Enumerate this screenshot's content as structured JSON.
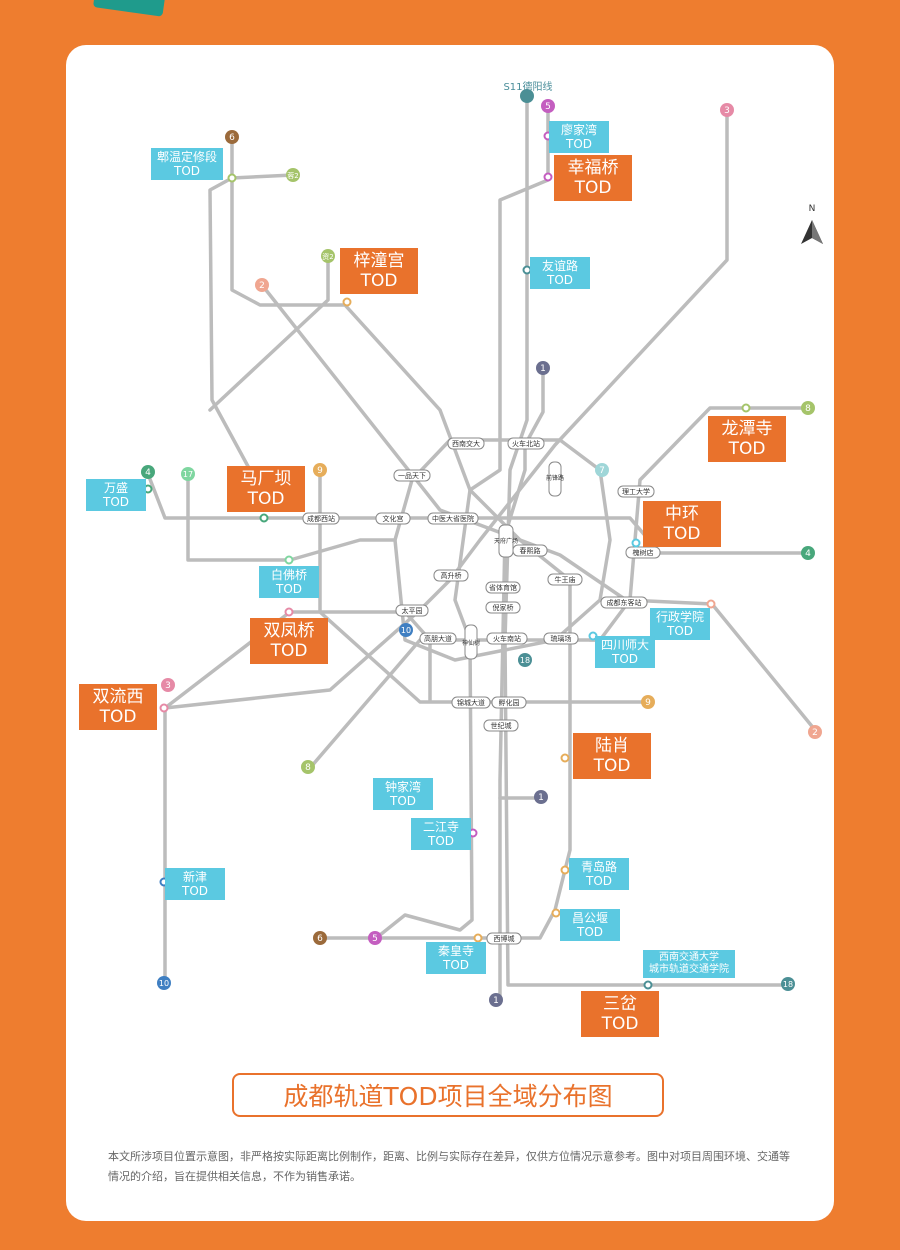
{
  "title": "成都轨道TOD项目全域分布图",
  "disclaimer": "本文所涉项目位置示意图，非严格按实际距离比例制作，距离、比例与实际存在差异，仅供方位情况示意参考。图中对项目周围环境、交通等情况的介绍，旨在提供相关信息，不作为销售承诺。",
  "compass": "N",
  "line_s11": "S11德阳线",
  "colors": {
    "orange": "#e9722c",
    "cyan": "#5bc9e1",
    "track": "#bcbcbc",
    "bg": "#ee7d2f"
  },
  "tod_sites": [
    {
      "name": "幸福桥",
      "tod": "TOD",
      "style": "big"
    },
    {
      "name": "梓潼宫",
      "tod": "TOD",
      "style": "big"
    },
    {
      "name": "马厂坝",
      "tod": "TOD",
      "style": "big"
    },
    {
      "name": "龙潭寺",
      "tod": "TOD",
      "style": "big"
    },
    {
      "name": "中环",
      "tod": "TOD",
      "style": "big"
    },
    {
      "name": "双凤桥",
      "tod": "TOD",
      "style": "big"
    },
    {
      "name": "双流西",
      "tod": "TOD",
      "style": "big"
    },
    {
      "name": "陆肖",
      "tod": "TOD",
      "style": "big"
    },
    {
      "name": "三岔",
      "tod": "TOD",
      "style": "big"
    },
    {
      "name": "廖家湾",
      "tod": "TOD",
      "style": "small"
    },
    {
      "name": "郫温定修段",
      "tod": "TOD",
      "style": "small"
    },
    {
      "name": "友谊路",
      "tod": "TOD",
      "style": "small"
    },
    {
      "name": "万盛",
      "tod": "TOD",
      "style": "small"
    },
    {
      "name": "白佛桥",
      "tod": "TOD",
      "style": "small"
    },
    {
      "name": "行政学院",
      "tod": "TOD",
      "style": "small"
    },
    {
      "name": "四川师大",
      "tod": "TOD",
      "style": "small"
    },
    {
      "name": "钟家湾",
      "tod": "TOD",
      "style": "small"
    },
    {
      "name": "二江寺",
      "tod": "TOD",
      "style": "small"
    },
    {
      "name": "新津",
      "tod": "TOD",
      "style": "small"
    },
    {
      "name": "青岛路",
      "tod": "TOD",
      "style": "small"
    },
    {
      "name": "昌公堰",
      "tod": "TOD",
      "style": "small"
    },
    {
      "name": "秦皇寺",
      "tod": "TOD",
      "style": "small"
    },
    {
      "name": "西南交通大学",
      "tod": "城市轨道交通学院",
      "style": "small"
    }
  ],
  "stations": [
    "西南交大",
    "火车北站",
    "一品天下",
    "文化宫",
    "中医大省医院",
    "成都西站",
    "前锋路",
    "天府广场",
    "春熙路",
    "理工大学",
    "槐树店",
    "高升桥",
    "省体育馆",
    "牛王庙",
    "太平园",
    "倪家桥",
    "成都东客站",
    "高朋大道",
    "神仙树",
    "火车南站",
    "琉璃场",
    "锦城大道",
    "孵化园",
    "世纪城",
    "西博城"
  ],
  "line_numbers": [
    "1",
    "2",
    "3",
    "4",
    "5",
    "6",
    "7",
    "8",
    "9",
    "10",
    "17",
    "18",
    "蓉2",
    "资2"
  ]
}
